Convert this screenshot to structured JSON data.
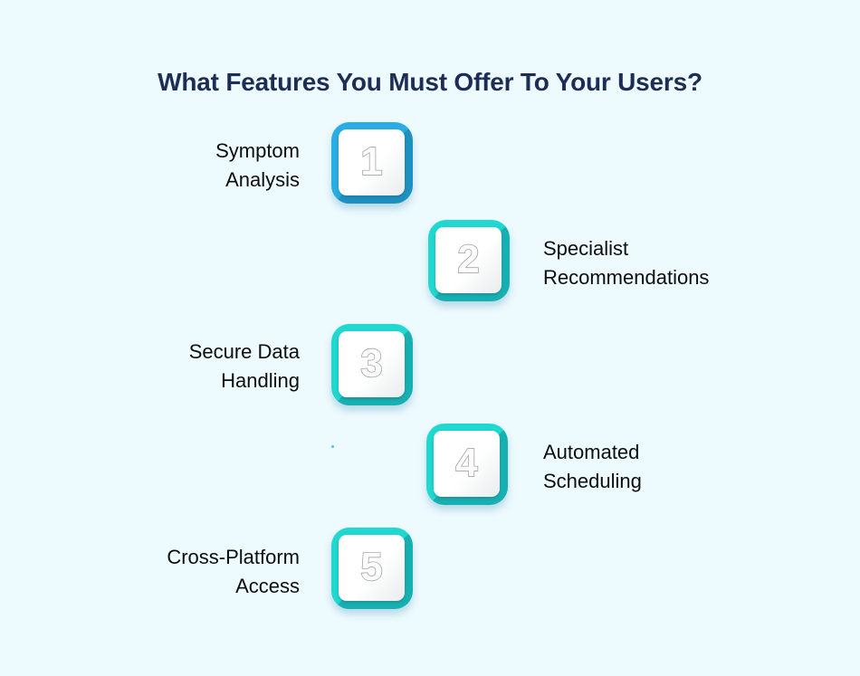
{
  "title": "What Features You Must Offer To Your Users?",
  "steps": [
    {
      "number": "1",
      "label": "Symptom Analysis",
      "line1": "Symptom",
      "line2": "Analysis"
    },
    {
      "number": "2",
      "label": "Specialist Recommendations",
      "line1": "Specialist",
      "line2": "Recommendations"
    },
    {
      "number": "3",
      "label": "Secure Data Handling",
      "line1": "Secure Data",
      "line2": "Handling"
    },
    {
      "number": "4",
      "label": "Automated Scheduling",
      "line1": "Automated",
      "line2": "Scheduling"
    },
    {
      "number": "5",
      "label": "Cross-Platform Access",
      "line1": "Cross-Platform",
      "line2": "Access"
    }
  ],
  "colors": {
    "background": "#EDFAFE",
    "title_text": "#1E2D55",
    "label_text": "#0D0D0D",
    "accent_blue": "#29ADE4",
    "accent_teal": "#20D8D0",
    "card_white": "#FFFFFF",
    "number_outline": "#97989B",
    "speck": "#49C8E8"
  }
}
